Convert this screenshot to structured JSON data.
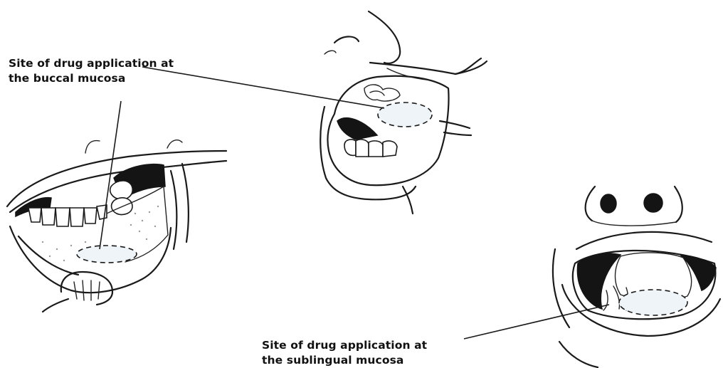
{
  "labels": {
    "buccal": {
      "line1": "Site of drug application at",
      "line2": "the buccal mucosa"
    },
    "sublingual": {
      "line1": "Site of drug application at",
      "line2": "the sublingual mucosa"
    }
  },
  "colors": {
    "ink": "#1a1a1a",
    "site_fill": "#eef4f8",
    "background": "#ffffff"
  }
}
